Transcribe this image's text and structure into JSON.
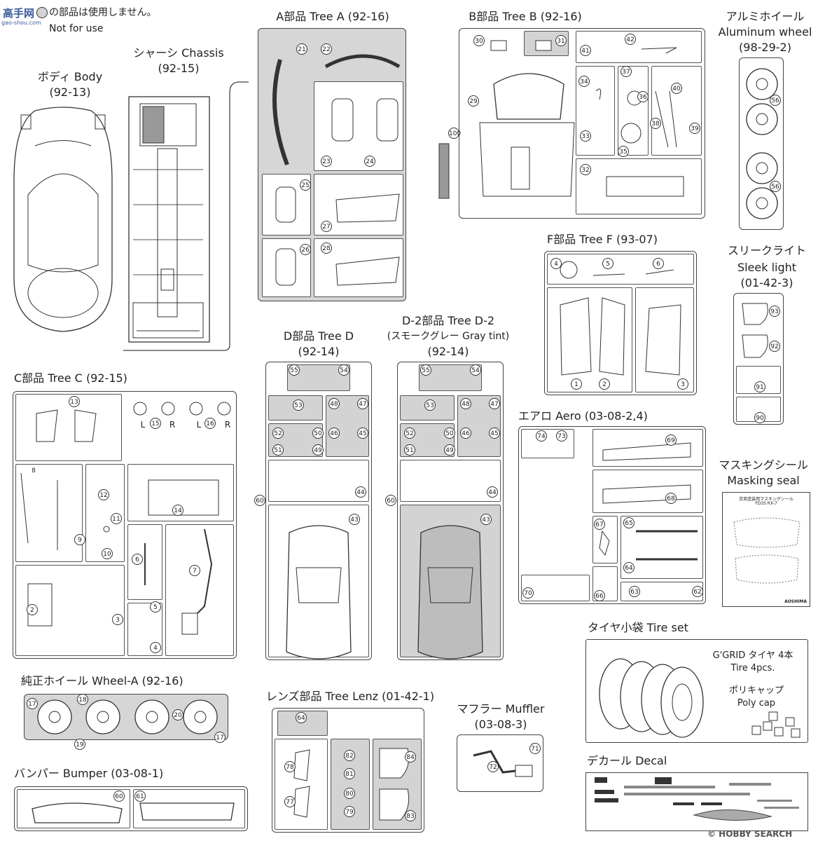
{
  "watermark_top": {
    "brand": "高手网",
    "url": "gao-shou.com"
  },
  "unused_note": {
    "jp": "の部品は使用しません。",
    "en": "Not for use"
  },
  "sections": {
    "body": {
      "title": "ボディ Body",
      "code": "(92-13)"
    },
    "chassis": {
      "title": "シャーシ Chassis",
      "code": "(92-15)"
    },
    "tree_a": {
      "title": "A部品 Tree A (92-16)"
    },
    "tree_b": {
      "title": "B部品 Tree B (92-16)"
    },
    "alu_wheel": {
      "jp": "アルミホイール",
      "en": "Aluminum wheel",
      "code": "(98-29-2)"
    },
    "tree_f": {
      "title": "F部品 Tree F (93-07)"
    },
    "sleek_light": {
      "jp": "スリークライト",
      "en": "Sleek light",
      "code": "(01-42-3)"
    },
    "tree_c": {
      "title": "C部品 Tree C (92-15)"
    },
    "tree_d": {
      "title": "D部品 Tree D",
      "code": "(92-14)"
    },
    "tree_d2": {
      "title": "D-2部品 Tree D-2",
      "sub": "(スモークグレー Gray tint)",
      "code": "(92-14)"
    },
    "aero": {
      "title": "エアロ Aero (03-08-2,4)"
    },
    "masking": {
      "jp": "マスキングシール",
      "en": "Masking seal",
      "sheet_title": "京商塗装用マスキングシール",
      "sheet_sub": "FD3S RX-7",
      "brand": "AOSHIMA"
    },
    "wheel_a": {
      "title": "純正ホイール Wheel-A (92-16)"
    },
    "lenz": {
      "title": "レンズ部品 Tree Lenz (01-42-1)"
    },
    "muffler": {
      "title": "マフラー Muffler",
      "code": "(03-08-3)"
    },
    "tire_set": {
      "title": "タイヤ小袋 Tire set",
      "tire_jp": "G'GRID タイヤ 4本",
      "tire_en": "Tire 4pcs.",
      "cap_jp": "ポリキャップ",
      "cap_en": "Poly cap"
    },
    "bumper": {
      "title": "バンパー Bumper (03-08-1)"
    },
    "decal": {
      "title": "デカール Decal"
    }
  },
  "tree_c_lr": {
    "l15": "L",
    "n15": "15",
    "r15": "R",
    "l16": "L",
    "n16": "16",
    "r16": "R"
  },
  "footer_watermark": "© HOBBY SEARCH",
  "part_numbers": {
    "a": [
      "21",
      "22",
      "23",
      "24",
      "25",
      "26",
      "27",
      "28"
    ],
    "b": [
      "30",
      "31",
      "29",
      "100",
      "34",
      "33",
      "32",
      "35",
      "36",
      "37",
      "38",
      "39",
      "40",
      "41",
      "42"
    ],
    "alu": [
      "56",
      "56"
    ],
    "f": [
      "4",
      "5",
      "6",
      "1",
      "2",
      "3"
    ],
    "sleek": [
      "93",
      "92",
      "91",
      "90"
    ],
    "c": [
      "13",
      "14",
      "8",
      "12",
      "11",
      "10",
      "9",
      "6",
      "7",
      "2",
      "3",
      "5",
      "4"
    ],
    "d": [
      "55",
      "54",
      "53",
      "48",
      "47",
      "52",
      "50",
      "51",
      "49",
      "46",
      "45",
      "44",
      "60",
      "43"
    ],
    "d2": [
      "55",
      "54",
      "53",
      "48",
      "47",
      "52",
      "50",
      "51",
      "49",
      "46",
      "45",
      "44",
      "60",
      "43"
    ],
    "aero": [
      "74",
      "73",
      "69",
      "68",
      "67",
      "65",
      "64",
      "70",
      "66",
      "63",
      "62"
    ],
    "wheel_a": [
      "17",
      "18",
      "20",
      "19",
      "17"
    ],
    "lenz": [
      "64",
      "78",
      "82",
      "81",
      "80",
      "79",
      "77",
      "84",
      "83"
    ],
    "muffler": [
      "71",
      "72"
    ],
    "bumper": [
      "60",
      "61"
    ]
  }
}
